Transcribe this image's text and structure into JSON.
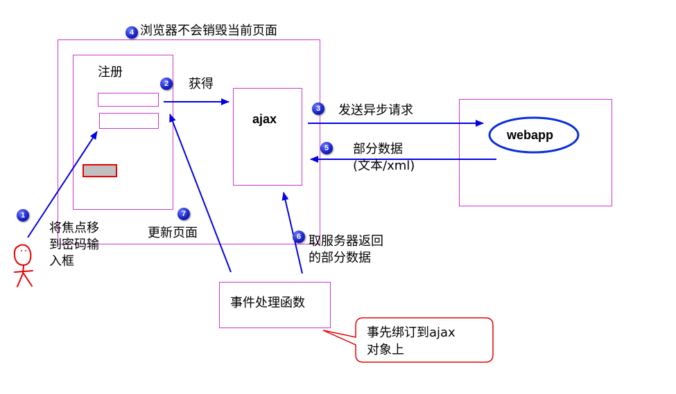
{
  "steps": {
    "s1": {
      "num": "1",
      "label": "将焦点移\n到密码输\n入框"
    },
    "s2": {
      "num": "2",
      "label": "获得"
    },
    "s3": {
      "num": "3",
      "label": "发送异步请求"
    },
    "s4": {
      "num": "4",
      "label": "浏览器不会销毁当前页面"
    },
    "s5": {
      "num": "5",
      "label": "部分数据\n(文本/xml)"
    },
    "s6": {
      "num": "6",
      "label": "取服务器返回\n的部分数据"
    },
    "s7": {
      "num": "7",
      "label": "更新页面"
    }
  },
  "register": {
    "title": "注册"
  },
  "ajax": {
    "label": "ajax"
  },
  "webapp": {
    "label": "webapp"
  },
  "handler": {
    "label": "事件处理函数"
  },
  "callout": {
    "text": "事先绑订到ajax\n对象上"
  },
  "colors": {
    "box_border": "#cc33cc",
    "arrow": "#0000e6",
    "callout_border": "#e60000",
    "button_fill": "#c0c0c0"
  }
}
